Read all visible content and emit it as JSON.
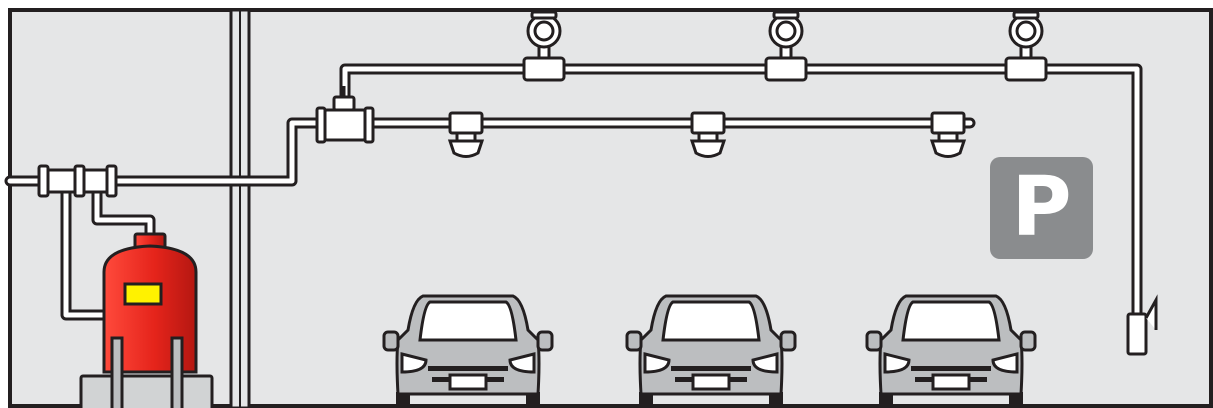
{
  "scene": {
    "parking_sign_text": "P"
  },
  "colors": {
    "background": "#e5e6e7",
    "outline": "#231f20",
    "pipe_fill": "#ffffff",
    "tank_red": "#e5241b",
    "tank_label": "#fff200",
    "car_body": "#bcbec0",
    "car_window": "#ffffff",
    "parking_sign": "#8a8c8e"
  },
  "components": {
    "detectors": [
      "smoke-detector",
      "smoke-detector",
      "smoke-detector"
    ],
    "nozzles": [
      "discharge-nozzle",
      "discharge-nozzle",
      "discharge-nozzle"
    ],
    "cars": [
      "car",
      "car",
      "car"
    ]
  }
}
